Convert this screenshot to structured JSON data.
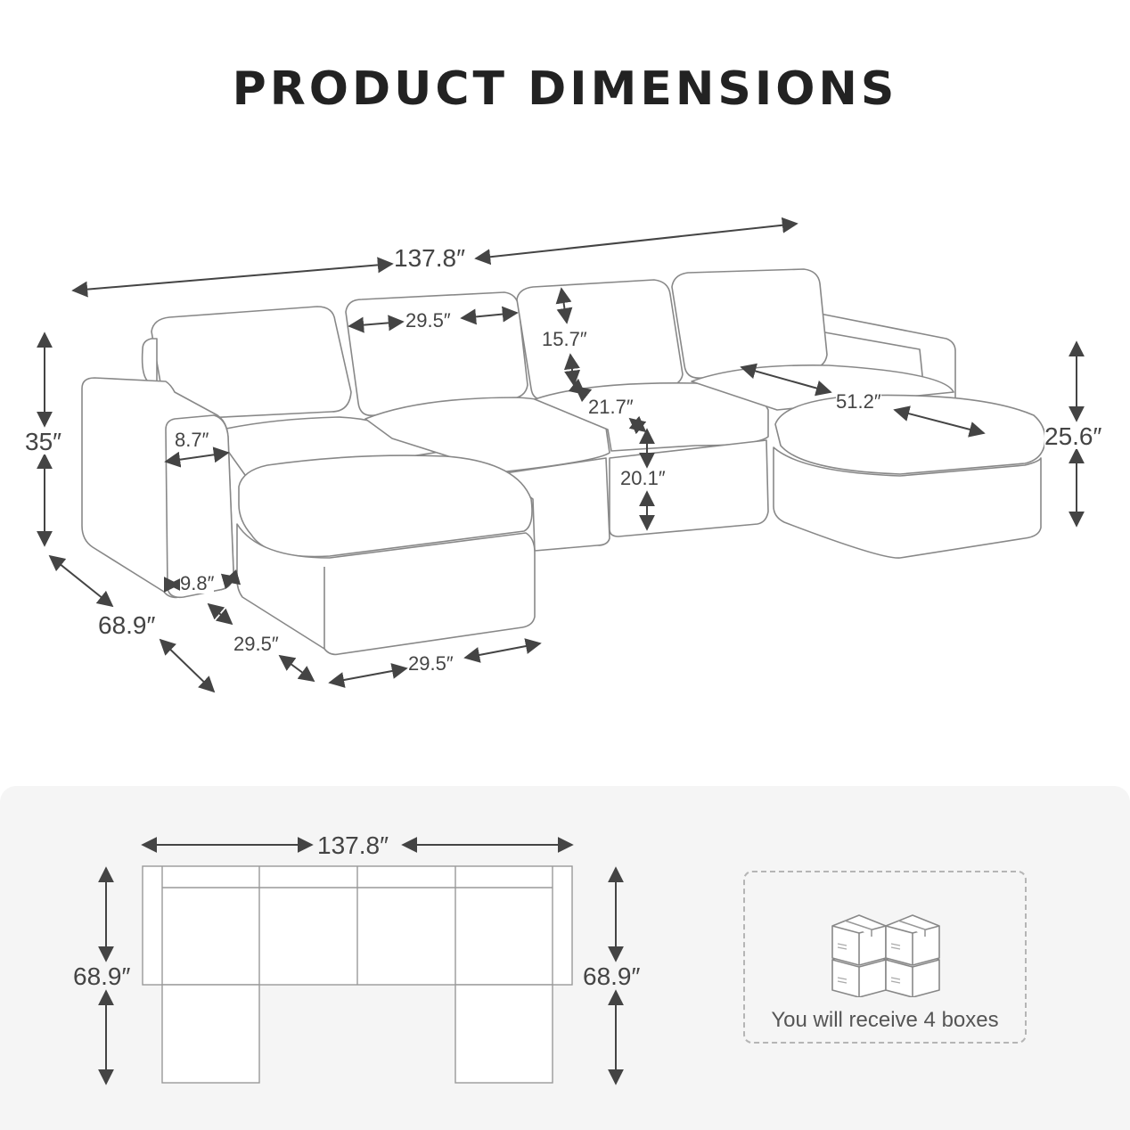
{
  "title": "PRODUCT DIMENSIONS",
  "dimensions_3d": {
    "total_length": "137.8″",
    "back_cushion_width": "29.5″",
    "back_cushion_height": "15.7″",
    "seat_depth": "21.7″",
    "seat_height": "20.1″",
    "chaise_length": "51.2″",
    "overall_height": "35″",
    "armrest_height": "25.6″",
    "armrest_width_top": "8.7″",
    "armrest_width_bottom": "9.8″",
    "total_depth": "68.9″",
    "ottoman_depth": "29.5″",
    "ottoman_width": "29.5″"
  },
  "top_view": {
    "width": "137.8″",
    "depth_left": "68.9″",
    "depth_right": "68.9″"
  },
  "package_note": {
    "text": "You will receive 4 boxes",
    "icon": "stacked-boxes-icon"
  }
}
